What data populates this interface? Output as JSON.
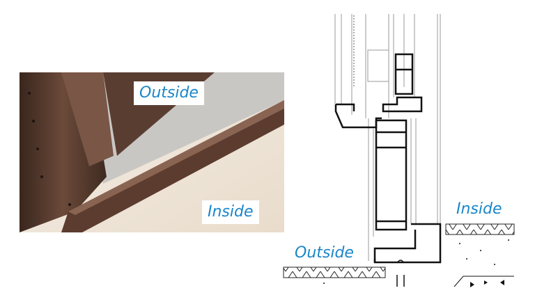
{
  "photo": {
    "labels": {
      "outside": "Outside",
      "inside": "Inside"
    }
  },
  "drawing": {
    "labels": {
      "outside": "Outside",
      "inside": "Inside"
    }
  },
  "colors": {
    "label": "#1a86c8",
    "frame": "#4a3328",
    "floor": "#efe6da"
  }
}
